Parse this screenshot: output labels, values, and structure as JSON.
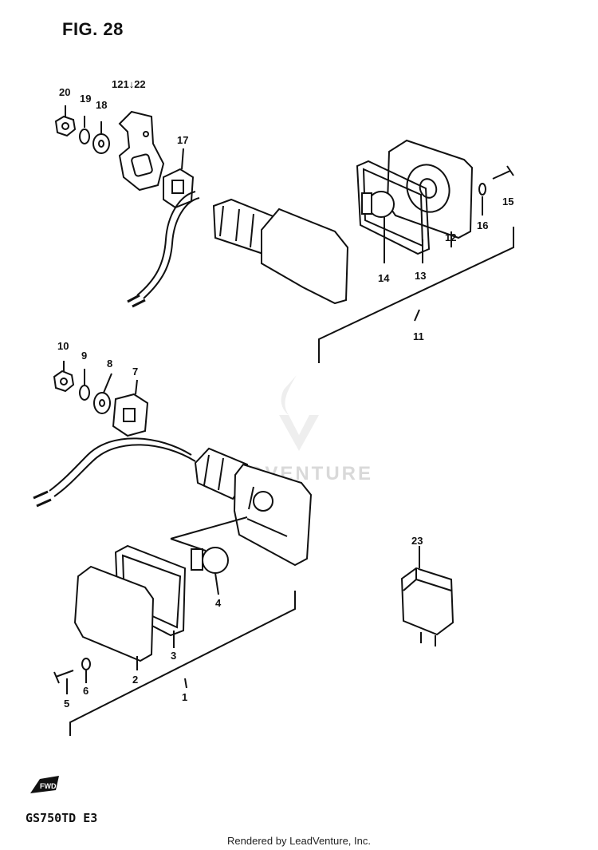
{
  "figure": {
    "title": "FIG. 28"
  },
  "model": "GS750TD E3",
  "footer": "Rendered by LeadVenture, Inc.",
  "watermark": "LEADVENTURE",
  "fwd_label": "FWD",
  "callouts": {
    "c1": "1",
    "c2": "2",
    "c3": "3",
    "c4": "4",
    "c5": "5",
    "c6": "6",
    "c7": "7",
    "c8": "8",
    "c9": "9",
    "c10": "10",
    "c11": "11",
    "c12": "12",
    "c13": "13",
    "c14": "14",
    "c15": "15",
    "c16": "16",
    "c17": "17",
    "c18": "18",
    "c19": "19",
    "c20": "20",
    "c21_22": "121↓22",
    "c23": "23"
  }
}
